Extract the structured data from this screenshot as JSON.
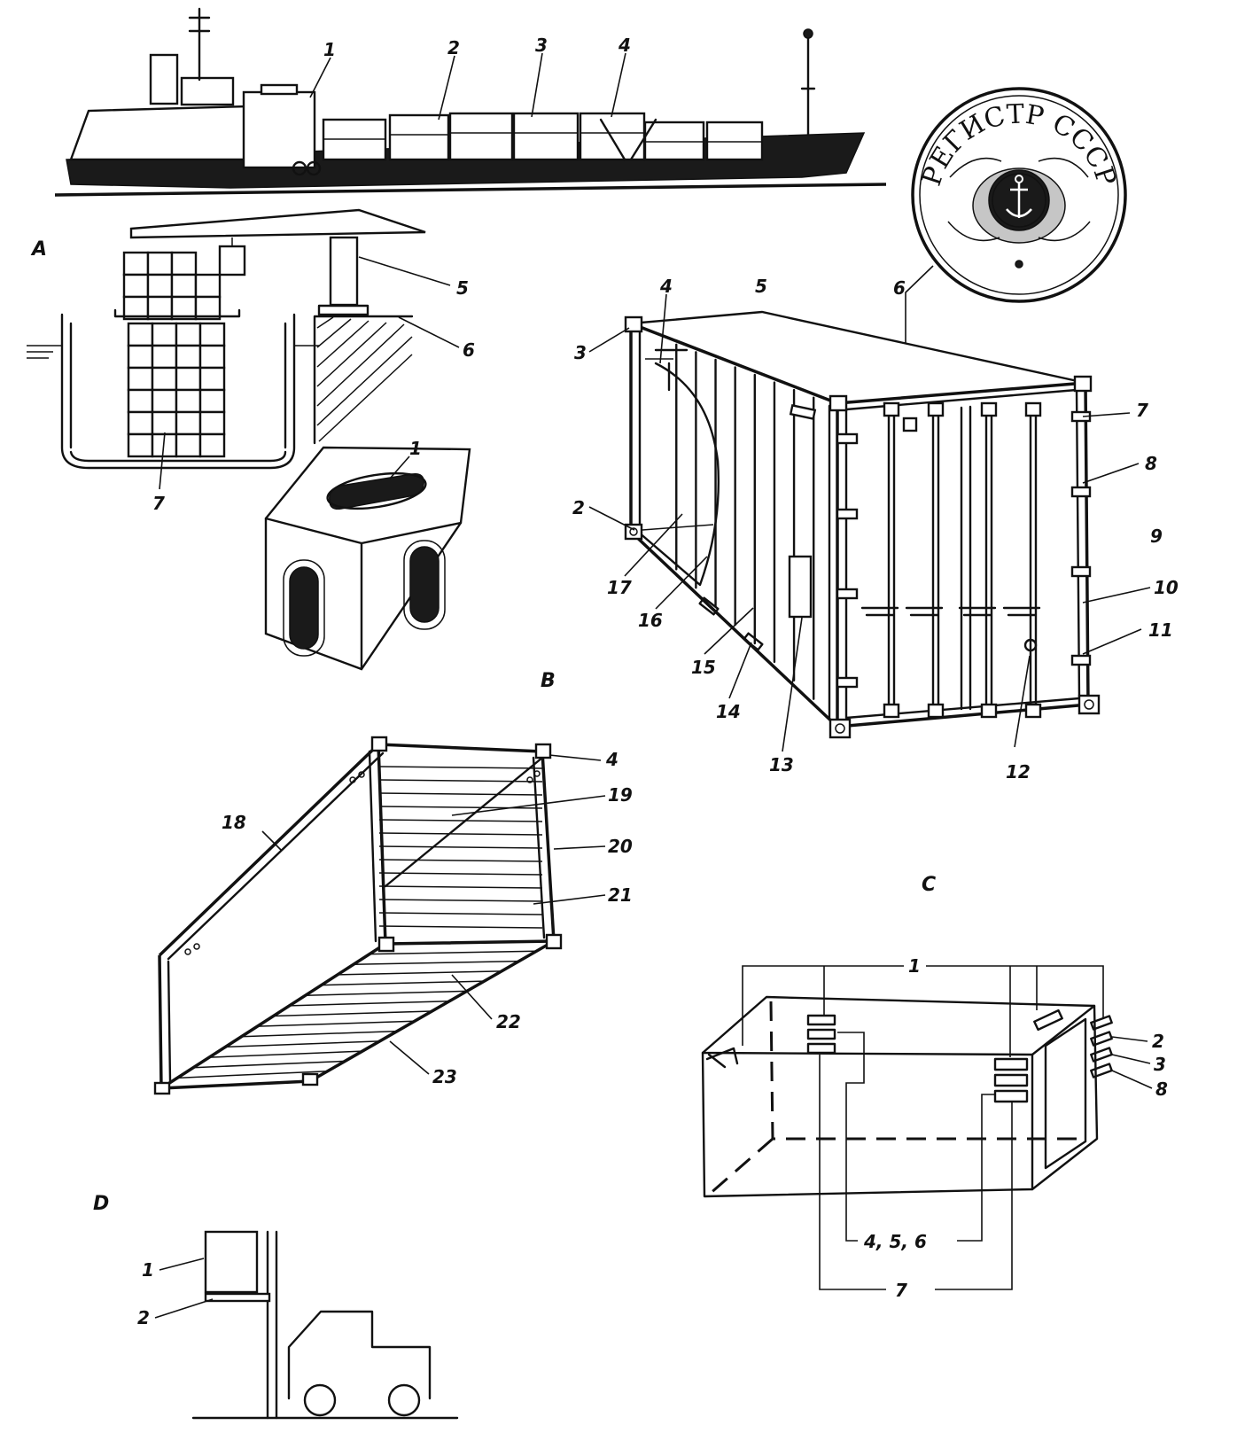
{
  "sections": {
    "a": "A",
    "b": "B",
    "c": "C",
    "d": "D"
  },
  "ship": {
    "labels": [
      "1",
      "2",
      "3",
      "4"
    ]
  },
  "crane": {
    "labels": [
      "5",
      "6",
      "7"
    ]
  },
  "corner_fitting": {
    "label": "1"
  },
  "seal": {
    "text": "РЕГИСТР СССР"
  },
  "container": {
    "labels": [
      "2",
      "3",
      "4",
      "5",
      "6",
      "7",
      "8",
      "9",
      "10",
      "11",
      "12",
      "13",
      "14",
      "15",
      "16",
      "17"
    ]
  },
  "frame": {
    "labels": [
      "4",
      "18",
      "19",
      "20",
      "21",
      "22",
      "23"
    ]
  },
  "marking": {
    "labels": [
      "1",
      "2",
      "3",
      "8",
      "4, 5, 6",
      "7"
    ]
  },
  "forklift": {
    "labels": [
      "1",
      "2"
    ]
  }
}
